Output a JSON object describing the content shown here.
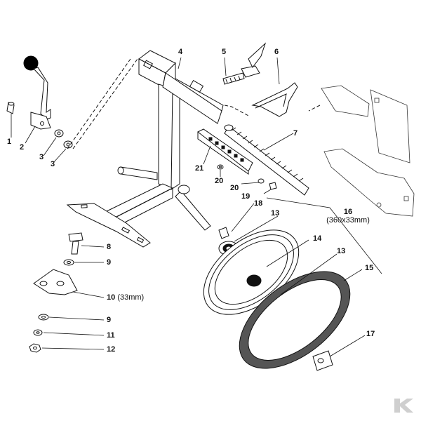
{
  "callouts": [
    {
      "id": "p1",
      "label": "1"
    },
    {
      "id": "p2",
      "label": "2"
    },
    {
      "id": "p3a",
      "label": "3"
    },
    {
      "id": "p3b",
      "label": "3"
    },
    {
      "id": "p4",
      "label": "4"
    },
    {
      "id": "p5",
      "label": "5"
    },
    {
      "id": "p6",
      "label": "6"
    },
    {
      "id": "p7",
      "label": "7"
    },
    {
      "id": "p8",
      "label": "8"
    },
    {
      "id": "p9a",
      "label": "9"
    },
    {
      "id": "p9b",
      "label": "9"
    },
    {
      "id": "p10",
      "label": "10",
      "note": "(33mm)"
    },
    {
      "id": "p11",
      "label": "11"
    },
    {
      "id": "p12",
      "label": "12"
    },
    {
      "id": "p13a",
      "label": "13"
    },
    {
      "id": "p13b",
      "label": "13"
    },
    {
      "id": "p14",
      "label": "14"
    },
    {
      "id": "p15",
      "label": "15"
    },
    {
      "id": "p16",
      "label": "16",
      "note": "(360x33mm)"
    },
    {
      "id": "p17",
      "label": "17"
    },
    {
      "id": "p18",
      "label": "18"
    },
    {
      "id": "p19",
      "label": "19"
    },
    {
      "id": "p20a",
      "label": "20"
    },
    {
      "id": "p20b",
      "label": "20"
    },
    {
      "id": "p21",
      "label": "21"
    }
  ],
  "logo": {
    "name": "brand-logo",
    "color": "#cfcfcf"
  },
  "colors": {
    "line": "#111111",
    "knob": "#000000",
    "tyre": "#555555"
  }
}
